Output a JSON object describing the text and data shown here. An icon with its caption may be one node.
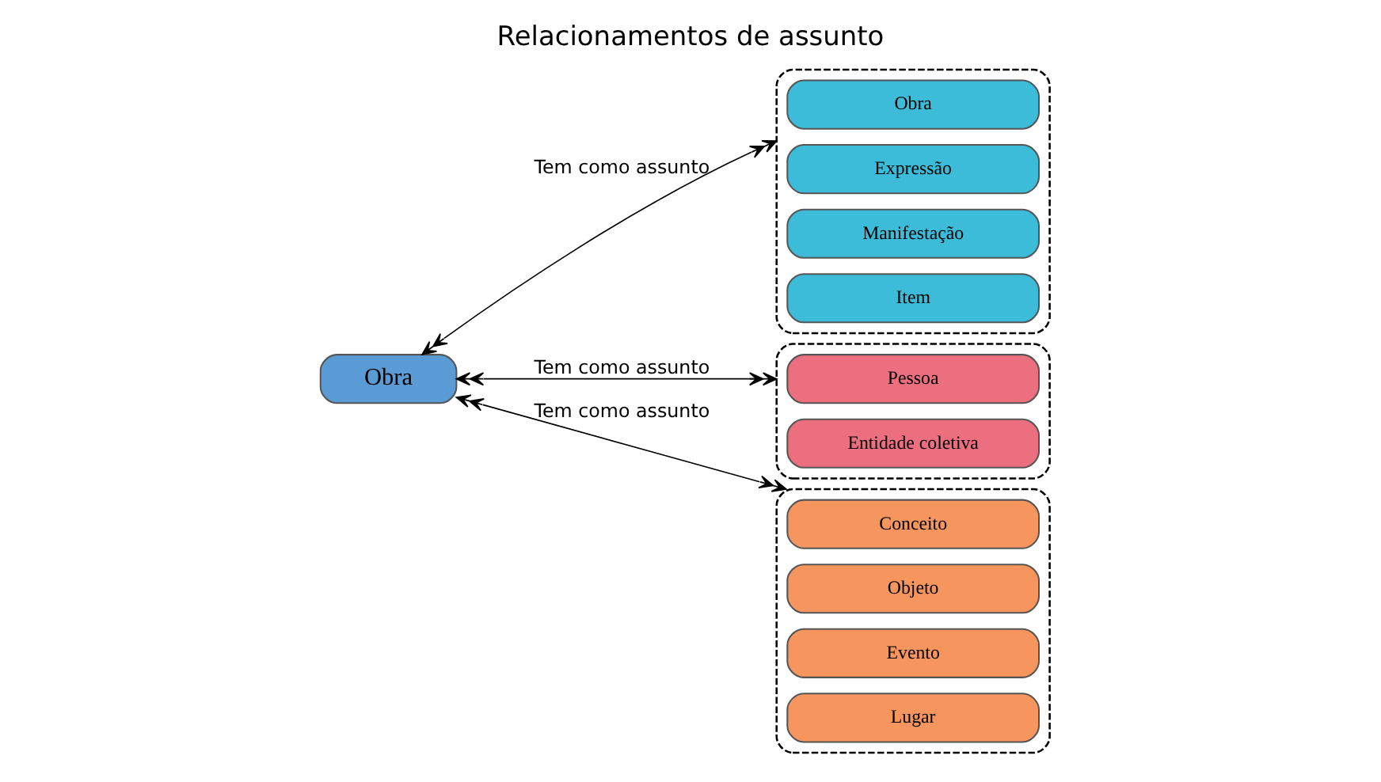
{
  "diagram": {
    "title": "Relacionamentos de assunto",
    "nodes": [
      {
        "text": [
          "Obra"
        ]
      },
      {
        "text": [],
        "shape": "box"
      },
      {
        "text": [
          "Obra"
        ],
        "in": 1
      },
      {
        "text": [
          "Expressão"
        ],
        "in": 1
      },
      {
        "text": [
          "Manifestação"
        ],
        "in": 1
      },
      {
        "text": [
          "Item"
        ],
        "in": 1
      },
      {
        "text": [],
        "shape": "box"
      },
      {
        "text": [
          "Pessoa"
        ],
        "in": 6
      },
      {
        "text": [
          "Entidade coletiva"
        ],
        "in": 6
      },
      {
        "text": [],
        "shape": "box"
      },
      {
        "text": [
          "Conceito"
        ],
        "in": 9
      },
      {
        "text": [
          "Objeto"
        ],
        "in": 9
      },
      {
        "text": [
          "Evento"
        ],
        "in": 9
      },
      {
        "text": [
          "Lugar"
        ],
        "in": 9
      }
    ],
    "edges": [
      {
        "from": 0,
        "to": 1,
        "arrow": "both",
        "label": "Tem como assunto"
      },
      {
        "from": 0,
        "to": 6,
        "arrow": "both",
        "label": "Tem como assunto"
      },
      {
        "from": 0,
        "to": 9,
        "arrow": "both",
        "label": "Tem como assunto"
      }
    ]
  }
}
